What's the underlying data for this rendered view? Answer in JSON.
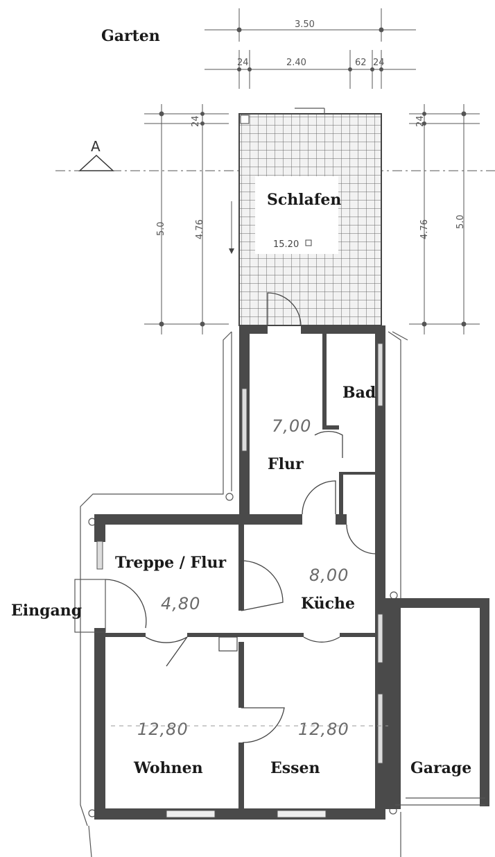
{
  "labels": {
    "garten": "Garten",
    "schlafen": "Schlafen",
    "bad": "Bad",
    "flur": "Flur",
    "treppe_flur": "Treppe / Flur",
    "kueche": "Küche",
    "eingang": "Eingang",
    "wohnen": "Wohnen",
    "essen": "Essen",
    "garage": "Garage"
  },
  "areas": {
    "schlafen": "15.20",
    "flur": "7,00",
    "treppe_flur": "4,80",
    "kueche": "8,00",
    "wohnen": "12,80",
    "essen": "12,80"
  },
  "dimensions": {
    "top_total": "3.50",
    "top_main": "2.40",
    "top_small_left": "24",
    "top_small_mid": "62",
    "top_small_right": "24",
    "left_outer": "5.0",
    "left_inner": "4.76",
    "left_wall": "24",
    "right_outer": "5.0",
    "right_inner": "4.76",
    "right_wall": "24"
  },
  "section_marker": "A"
}
